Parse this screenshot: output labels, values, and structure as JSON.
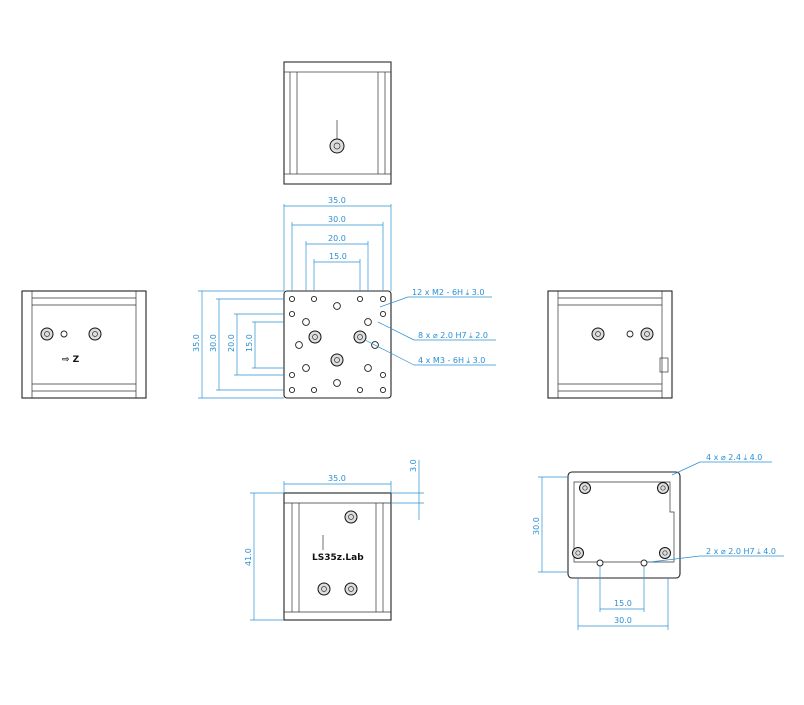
{
  "dimensions": {
    "top_width": "35.0",
    "top_holes_30": "30.0",
    "top_holes_20": "20.0",
    "top_holes_15": "15.0",
    "side_height": "35.0",
    "side_30": "30.0",
    "side_20": "20.0",
    "side_15": "15.0",
    "front_width": "35.0",
    "front_height": "41.0",
    "front_offset": "3.0",
    "bottom_height": "30.0",
    "bottom_15": "15.0",
    "bottom_30": "30.0"
  },
  "callouts": {
    "m2_thread": "12 x  M2 - 6H ⤓ 3.0",
    "pin_holes": "8 x  ⌀ 2.0 H7 ⤓ 2.0",
    "m3_thread": "4 x  M3 - 6H ⤓ 3.0",
    "clearance_holes": "4 x  ⌀ 2.4 ⤓ 4.0",
    "bottom_pin_holes": "2 x  ⌀ 2.0 H7 ⤓ 4.0"
  },
  "labels": {
    "axis_label": "⇨ Z",
    "product_label": "LS35z.Lab"
  },
  "colors": {
    "dimension": "#2a8fd4",
    "outline": "#222222"
  }
}
